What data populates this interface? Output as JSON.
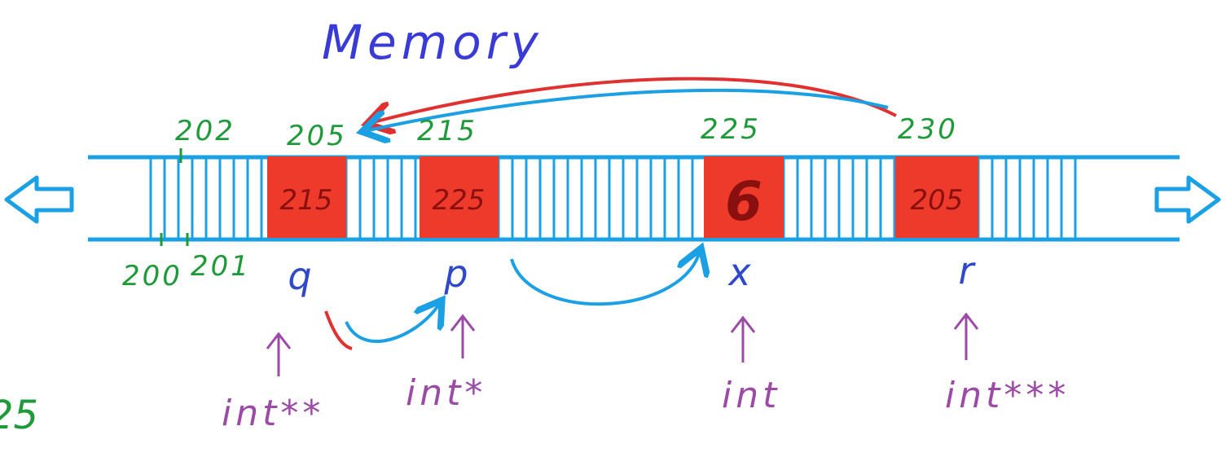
{
  "title": "Memory",
  "addresses": {
    "a200": "200",
    "a201": "201",
    "a202": "202",
    "a205": "205",
    "a215": "215",
    "a225": "225",
    "a230": "230"
  },
  "cells": [
    {
      "var": "q",
      "type": "int**",
      "address": "205",
      "value": "215"
    },
    {
      "var": "p",
      "type": "int*",
      "address": "215",
      "value": "225"
    },
    {
      "var": "x",
      "type": "int",
      "address": "225",
      "value": "6"
    },
    {
      "var": "r",
      "type": "int***",
      "address": "230",
      "value": "205"
    }
  ],
  "cell_color": "#ee3a2a",
  "tape_color": "#1ba0e4",
  "address_color": "#1f9a3a",
  "variable_color": "#2f49c8",
  "type_color": "#9b4aa6",
  "pointer_arrow_colors": [
    "#1ba0e4",
    "#e03030"
  ],
  "icons": [
    "arrow-left-icon",
    "arrow-right-icon",
    "up-arrow-icon"
  ],
  "edge_text": "25"
}
